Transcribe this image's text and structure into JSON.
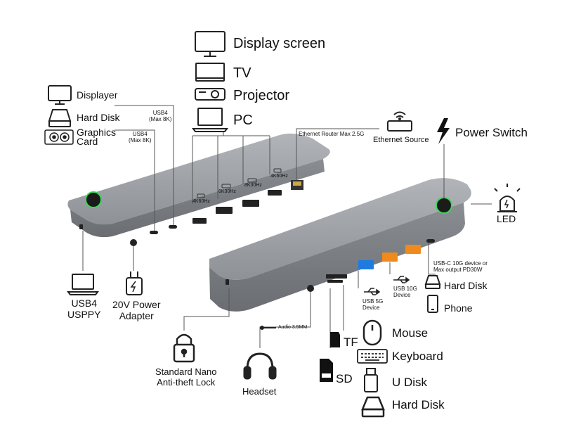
{
  "labels": {
    "display_screen": "Display screen",
    "tv": "TV",
    "projector": "Projector",
    "pc": "PC",
    "displayer": "Displayer",
    "hard_disk_top": "Hard Disk",
    "graphics_card_line1": "Graphics",
    "graphics_card_line2": "Card",
    "usb4_top_line1": "USB4",
    "usb4_top_line2": "(Max 8K)",
    "usb4_mid_line1": "USB4",
    "usb4_mid_line2": "(Max 8K)",
    "ethernet_router": "Ethernet Router Max 2.5G",
    "ethernet_source": "Ethernet Source",
    "power_switch": "Power Switch",
    "led": "LED",
    "port_4k60_a": "4K60Hz",
    "port_8k30_a": "8K30Hz",
    "port_8k30_b": "8K30Hz",
    "port_4k60_b": "4K60Hz",
    "usb4_usppy_line1": "USB4",
    "usb4_usppy_line2": "USPPY",
    "power_adapter_line1": "20V Power",
    "power_adapter_line2": "Adapter",
    "usbc_10g_line1": "USB-C 10G device or",
    "usbc_10g_line2": "Max output PD30W",
    "hard_disk_right": "Hard Disk",
    "phone": "Phone",
    "usb10g_line1": "USB 10G",
    "usb10g_line2": "Device",
    "usb5g_line1": "USB 5G",
    "usb5g_line2": "Device",
    "audio": "Audio 3.5MM",
    "tf": "TF",
    "sd": "SD",
    "mouse": "Mouse",
    "keyboard": "Keyboard",
    "u_disk": "U Disk",
    "hard_disk_bottom": "Hard Disk",
    "lock_line1": "Standard Nano",
    "lock_line2": "Anti-theft Lock",
    "headset": "Headset"
  },
  "colors": {
    "body_top": "#9a9ea3",
    "body_front": "#7d8186",
    "power_ring": "#3ed75b",
    "usb_blue": "#1e7be0",
    "usb_orange": "#f08a1c",
    "line": "#555555"
  },
  "icons": [
    "monitor-icon",
    "tv-icon",
    "projector-icon",
    "laptop-icon",
    "hard-disk-icon",
    "graphics-card-icon",
    "router-icon",
    "lightning-icon",
    "alarm-light-icon",
    "power-plug-icon",
    "padlock-icon",
    "headphones-icon",
    "mouse-icon",
    "keyboard-icon",
    "usb-stick-icon",
    "phone-icon",
    "usb-trident-icon",
    "sd-card-icon",
    "microsd-card-icon",
    "audio-jack-icon"
  ]
}
